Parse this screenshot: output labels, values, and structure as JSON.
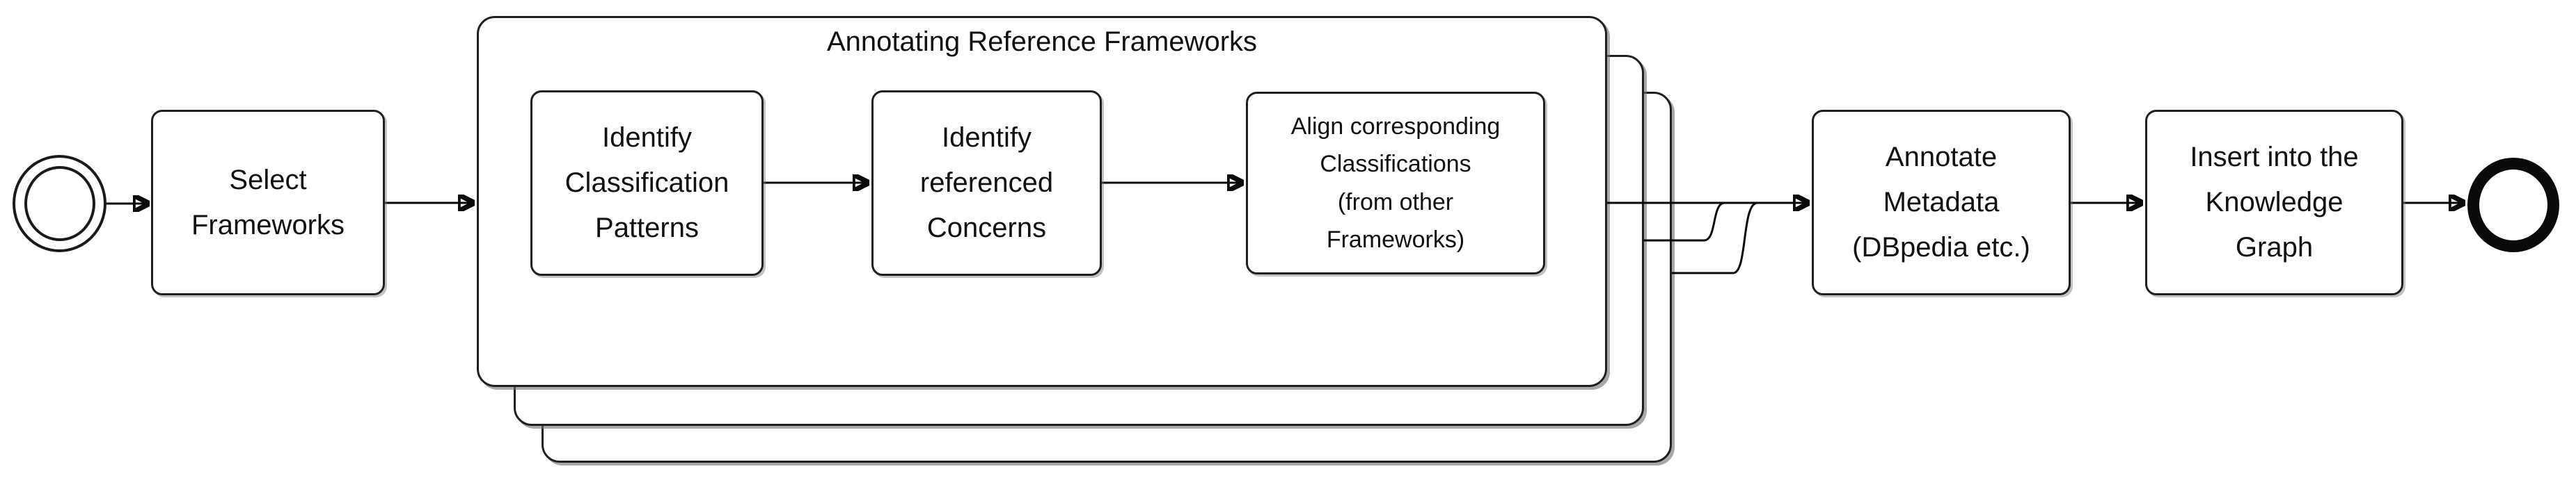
{
  "diagram": {
    "type": "bpmn-process-flow",
    "subprocess": {
      "title": "Annotating Reference Frameworks",
      "instances": 3,
      "tasks": [
        {
          "id": "identify-classification-patterns",
          "label": "Identify\nClassification\nPatterns"
        },
        {
          "id": "identify-referenced-concerns",
          "label": "Identify\nreferenced\nConcerns"
        },
        {
          "id": "align-corresponding-classifications",
          "label": "Align corresponding\nClassifications\n(from other\nFrameworks)"
        }
      ]
    },
    "tasks": {
      "select_frameworks": "Select\nFrameworks",
      "annotate_metadata": "Annotate\nMetadata\n(DBpedia etc.)",
      "insert_into_kg": "Insert into the\nKnowledge\nGraph"
    },
    "events": {
      "start": "start-event",
      "end": "end-event"
    },
    "colors": {
      "stroke": "#0a0a0a",
      "fill": "#ffffff",
      "shadow": "#8d8d8d",
      "background": "#ffffff"
    }
  }
}
